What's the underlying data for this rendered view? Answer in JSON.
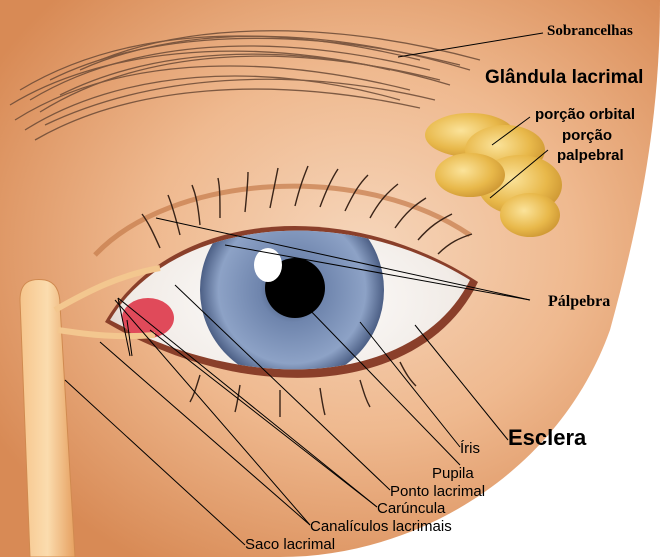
{
  "labels": {
    "sobrancelhas": "Sobrancelhas",
    "glandula": "Glândula lacrimal",
    "porcao_orbital": "porção orbital",
    "porcao": "porção",
    "palpebral": "palpebral",
    "palpebra": "Pálpebra",
    "esclera": "Esclera",
    "iris": "Íris",
    "pupila": "Pupila",
    "ponto": "Ponto lacrimal",
    "caruncula": "Carúncula",
    "canaliculos": "Canalículos lacrimais",
    "saco": "Saco lacrimal"
  },
  "colors": {
    "skin": "#f2c6a3",
    "skin_dark": "#d98a55",
    "iris": "#7d93b8",
    "pupil": "#000000",
    "gland": "#e8b84a",
    "caruncle": "#e04a5a",
    "duct": "#f0b878"
  }
}
